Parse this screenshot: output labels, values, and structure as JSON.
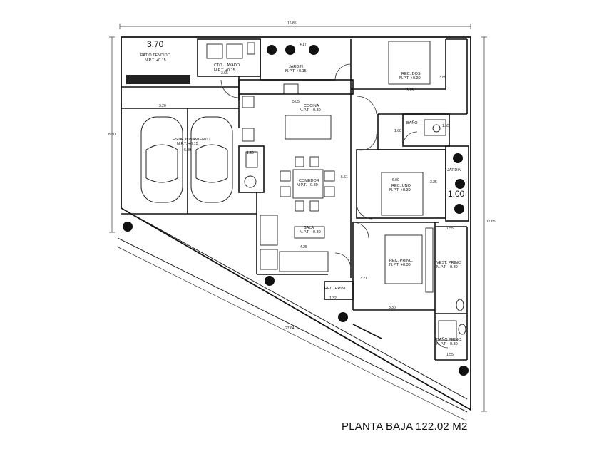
{
  "caption": "PLANTA BAJA 122.02 M2",
  "rooms": {
    "patio": {
      "name": "PATIO TENDIDO",
      "level": "N.P.T. +0.15"
    },
    "lavado": {
      "name": "CTO. LAVADO",
      "level": "N.P.T. +0.15"
    },
    "jardin_top": {
      "name": "JARDIN",
      "level": "N.P.T. +0.15"
    },
    "rec_dos": {
      "name": "REC. DOS",
      "level": "N.P.T. +0.30"
    },
    "cocina": {
      "name": "COCINA",
      "level": "N.P.T. +0.30"
    },
    "bano": {
      "name": "BAÑO",
      "level": ""
    },
    "estac": {
      "name": "ESTACIONAMIENTO",
      "level": "N.P.T. +0.15"
    },
    "comedor": {
      "name": "COMEDOR",
      "level": "N.P.T. +0.30"
    },
    "rec_uno": {
      "name": "REC. UNO",
      "level": "N.P.T. +0.30"
    },
    "jardin_side": {
      "name": "JARDIN",
      "level": ""
    },
    "sala": {
      "name": "SALA",
      "level": "N.P.T. +0.30"
    },
    "rec_princ": {
      "name": "REC. PRINC.",
      "level": "N.P.T. +0.30"
    },
    "vest_princ": {
      "name": "VEST. PRINC.",
      "level": "N.P.T. +0.30"
    },
    "rec_pprinc": {
      "name": "REC. PRINC.",
      "level": ""
    },
    "bano_princ": {
      "name": "BAÑO PRINC.",
      "level": "N.P.T. +0.30"
    }
  },
  "dims": {
    "top_total": "16.86",
    "patio_w": "3.70",
    "lav_w": "3.65",
    "jardin_w": "4.17",
    "rec_dos_w": "3.15",
    "rec_dos_h": "3.85",
    "estac_w": "3.20",
    "estac_h": "6.00",
    "left_h": "8.50",
    "cocina_w": "5.05",
    "comedor_h": "5.61",
    "bano_h": "1.60",
    "bano_w": "1.55",
    "bano_s": "1.50",
    "rec_uno_w": "6.00",
    "rec_uno_h": "3.25",
    "jardin_side_w": "1.00",
    "sala_w": "4.25",
    "rec_princ_h": "3.21",
    "rec_princ_w": "3.30",
    "closet_w": "1.32",
    "right_h": "17.65",
    "diag": "27.64",
    "vest_w": "1.55",
    "bano_princ_w": "1.55"
  }
}
